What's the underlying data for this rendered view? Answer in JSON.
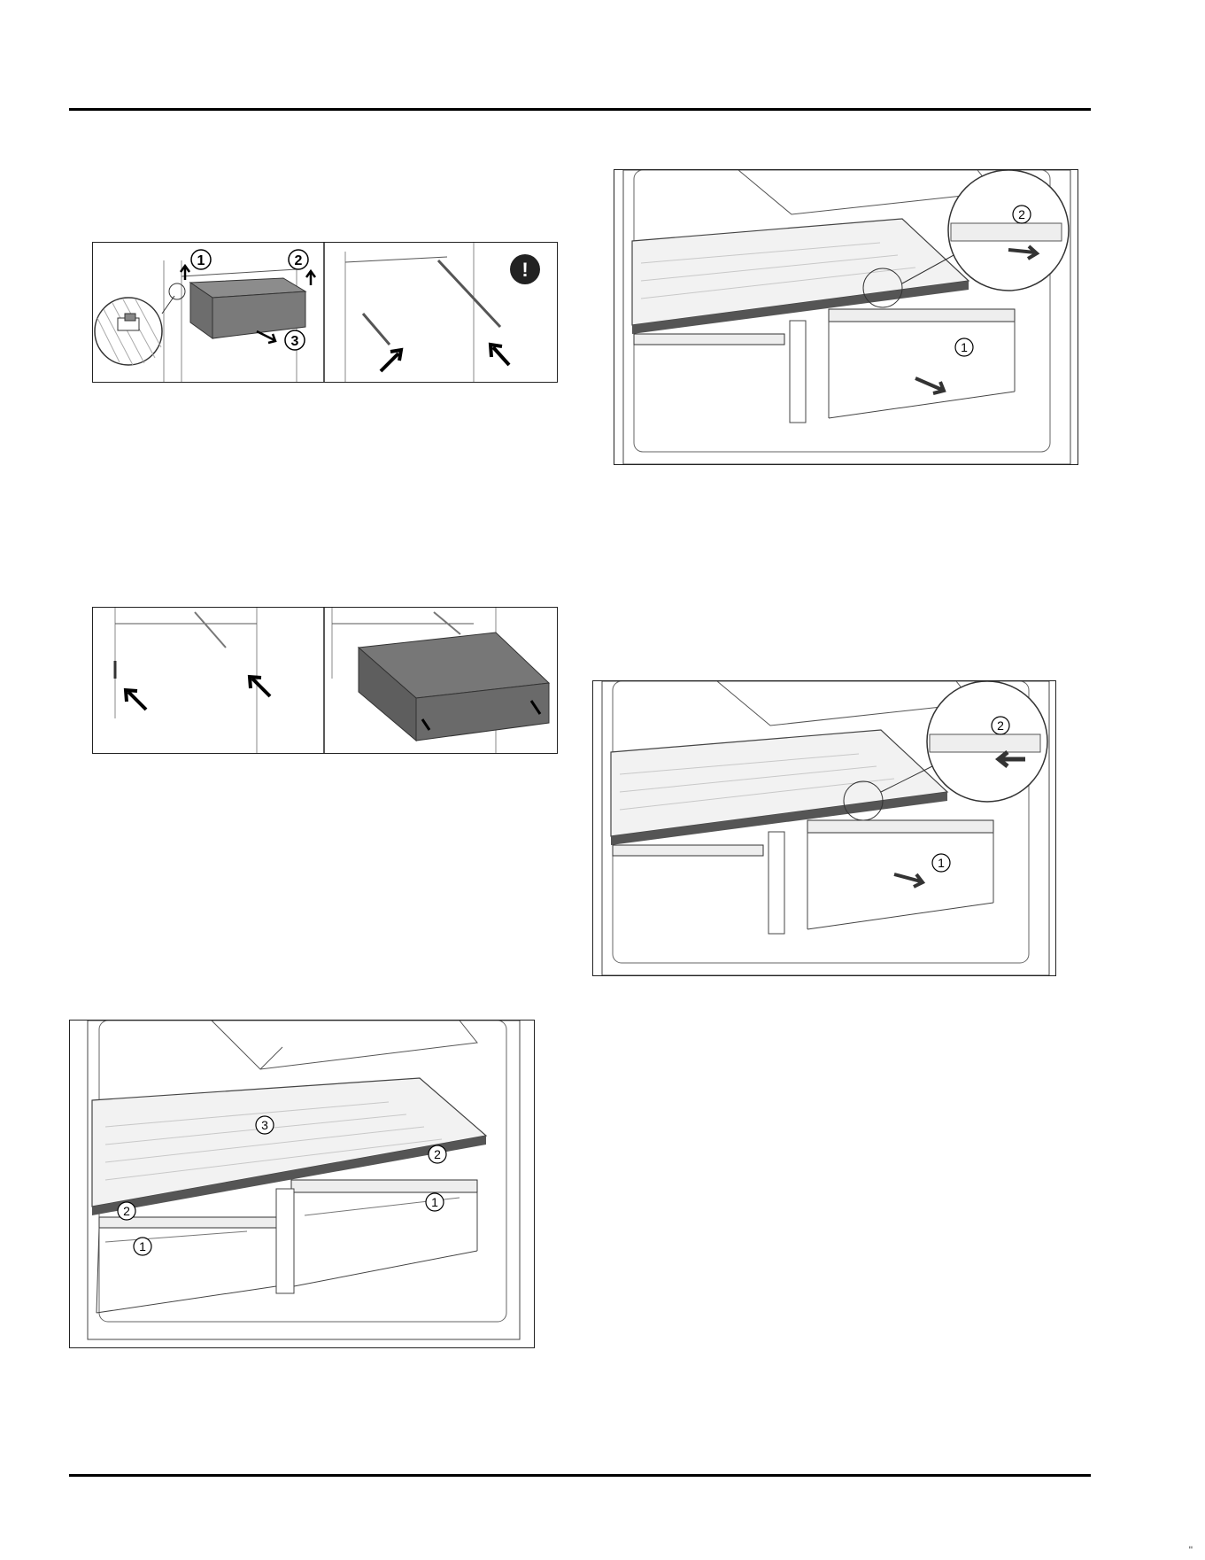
{
  "figures": {
    "remove_drawer": {
      "callouts": [
        "1",
        "2",
        "3"
      ]
    },
    "rails": {
      "warning_symbol": "!"
    },
    "fit_drawer": {},
    "compartment_overview": {
      "callouts": [
        "3",
        "2",
        "2",
        "1",
        "1"
      ]
    },
    "remove_cover": {
      "callouts": [
        "2",
        "1"
      ]
    },
    "fit_cover": {
      "callouts": [
        "2",
        "1"
      ]
    }
  },
  "page_mark": "\""
}
